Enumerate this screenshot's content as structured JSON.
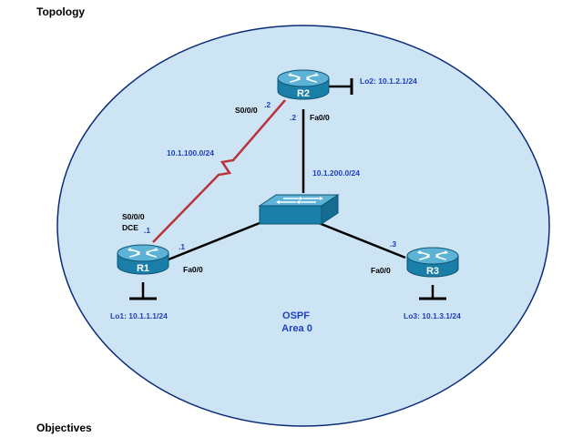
{
  "headings": {
    "topology": "Topology",
    "objectives": "Objectives"
  },
  "colors": {
    "area_fill": "#cde4f4",
    "area_stroke": "#0a2a7a",
    "device_body": "#1a7fa8",
    "device_top": "#5cb3d6",
    "label_blue": "#1f3fbf",
    "serial_link": "#b8333a",
    "ethernet_link": "#000000"
  },
  "area": {
    "protocol": "OSPF",
    "name": "Area 0"
  },
  "routers": {
    "r1": {
      "name": "R1",
      "serial_if": "S0/0/0",
      "dce": "DCE",
      "serial_host": ".1",
      "eth_if": "Fa0/0",
      "eth_host": ".1",
      "loopback": "Lo1:  10.1.1.1/24"
    },
    "r2": {
      "name": "R2",
      "serial_if": "S0/0/0",
      "serial_host": ".2",
      "eth_if": "Fa0/0",
      "eth_host": ".2",
      "loopback": "Lo2:  10.1.2.1/24"
    },
    "r3": {
      "name": "R3",
      "eth_if": "Fa0/0",
      "eth_host": ".3",
      "loopback": "Lo3:  10.1.3.1/24"
    }
  },
  "networks": {
    "serial": "10.1.100.0/24",
    "lan": "10.1.200.0/24"
  },
  "icons": {
    "router": "router-icon",
    "switch": "switch-icon",
    "loopback": "loopback-icon"
  }
}
